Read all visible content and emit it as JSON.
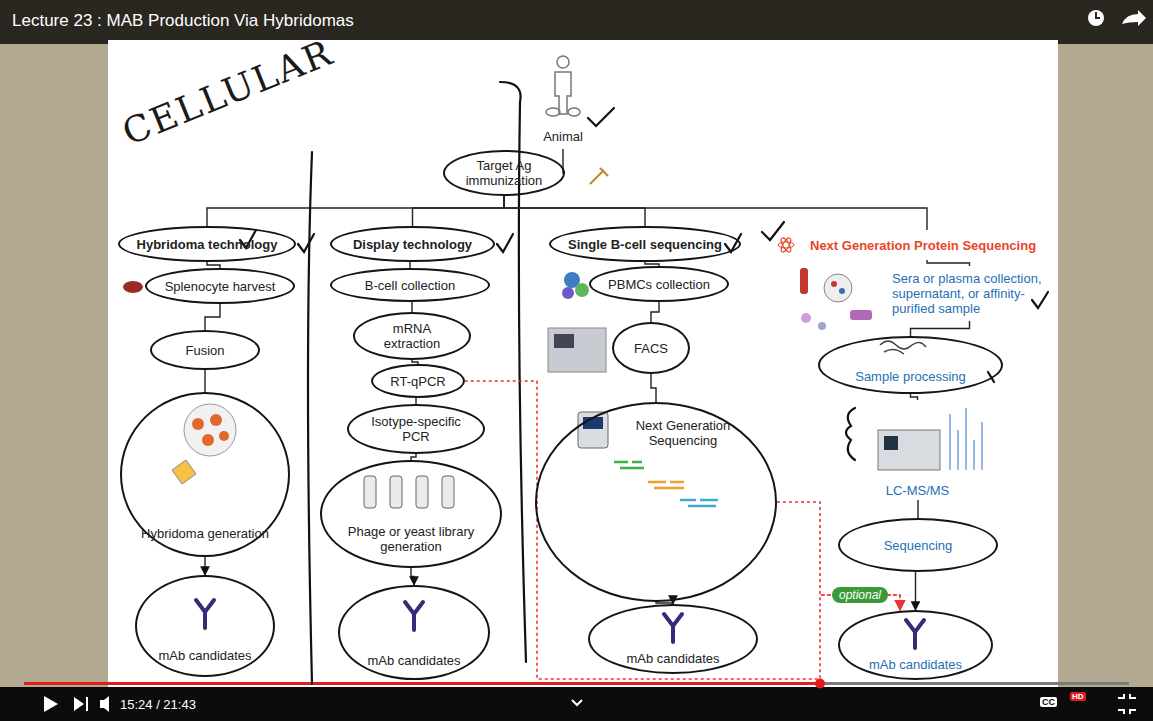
{
  "diagram": {
    "nodes": [
      {
        "text": [
          "Animal"
        ]
      },
      {
        "text": [
          "Target Ag immunization"
        ]
      },
      {
        "text": [
          "Hybridoma technology"
        ]
      },
      {
        "text": [
          "Splenocyte harvest"
        ]
      },
      {
        "text": [
          "Fusion"
        ]
      },
      {
        "text": [
          "Hybridoma generation"
        ]
      },
      {
        "text": [
          "mAb candidates"
        ]
      },
      {
        "text": [
          "Display technology"
        ]
      },
      {
        "text": [
          "B-cell collection"
        ]
      },
      {
        "text": [
          "mRNA extraction"
        ]
      },
      {
        "text": [
          "RT-qPCR"
        ]
      },
      {
        "text": [
          "Isotype-specific PCR"
        ]
      },
      {
        "text": [
          "Phage or yeast library generation"
        ]
      },
      {
        "text": [
          "mAb candidates"
        ]
      },
      {
        "text": [
          "Single B-cell sequencing"
        ]
      },
      {
        "text": [
          "PBMCs collection"
        ]
      },
      {
        "text": [
          "FACS"
        ]
      },
      {
        "text": [
          "Next Generation Sequencing"
        ]
      },
      {
        "text": [
          "mAb candidates"
        ]
      },
      {
        "text": [
          "Next Generation Protein Sequencing"
        ]
      },
      {
        "text": [
          "Sera or plasma collection, supernatant, or affinity-purified sample"
        ]
      },
      {
        "text": [
          "Sample processing"
        ]
      },
      {
        "text": [
          "LC-MS/MS"
        ]
      },
      {
        "text": [
          "Sequencing"
        ]
      },
      {
        "text": [
          "mAb candidates"
        ]
      }
    ],
    "edges": [
      {
        "from": 0,
        "to": 1,
        "arrow": "none"
      },
      {
        "from": 1,
        "to": 2,
        "arrow": "none"
      },
      {
        "from": 1,
        "to": 7,
        "arrow": "none"
      },
      {
        "from": 1,
        "to": 14,
        "arrow": "none"
      },
      {
        "from": 1,
        "to": 19,
        "arrow": "none"
      },
      {
        "from": 2,
        "to": 3,
        "arrow": "none"
      },
      {
        "from": 3,
        "to": 4,
        "arrow": "none"
      },
      {
        "from": 4,
        "to": 5,
        "arrow": "none"
      },
      {
        "from": 5,
        "to": 6,
        "arrow": "to"
      },
      {
        "from": 7,
        "to": 8,
        "arrow": "none"
      },
      {
        "from": 8,
        "to": 9,
        "arrow": "none"
      },
      {
        "from": 9,
        "to": 10,
        "arrow": "none"
      },
      {
        "from": 10,
        "to": 11,
        "arrow": "none"
      },
      {
        "from": 11,
        "to": 12,
        "arrow": "none"
      },
      {
        "from": 12,
        "to": 13,
        "arrow": "to"
      },
      {
        "from": 14,
        "to": 15,
        "arrow": "none"
      },
      {
        "from": 15,
        "to": 16,
        "arrow": "none"
      },
      {
        "from": 16,
        "to": 17,
        "arrow": "none"
      },
      {
        "from": 17,
        "to": 18,
        "arrow": "to"
      },
      {
        "from": 19,
        "to": 20,
        "arrow": "none"
      },
      {
        "from": 20,
        "to": 21,
        "arrow": "none"
      },
      {
        "from": 21,
        "to": 22,
        "arrow": "none"
      },
      {
        "from": 22,
        "to": 23,
        "arrow": "none"
      },
      {
        "from": 23,
        "to": 24,
        "arrow": "to"
      },
      {
        "from": 10,
        "to": 24,
        "arrow": "to"
      },
      {
        "from": 17,
        "to": 24,
        "label": "optional",
        "arrow": "to"
      }
    ],
    "labels": [
      "Lecture 23 : MAB Production Via Hybridomas",
      "CELLULAR",
      "15:24 / 21:43",
      "CC",
      "HD"
    ]
  }
}
